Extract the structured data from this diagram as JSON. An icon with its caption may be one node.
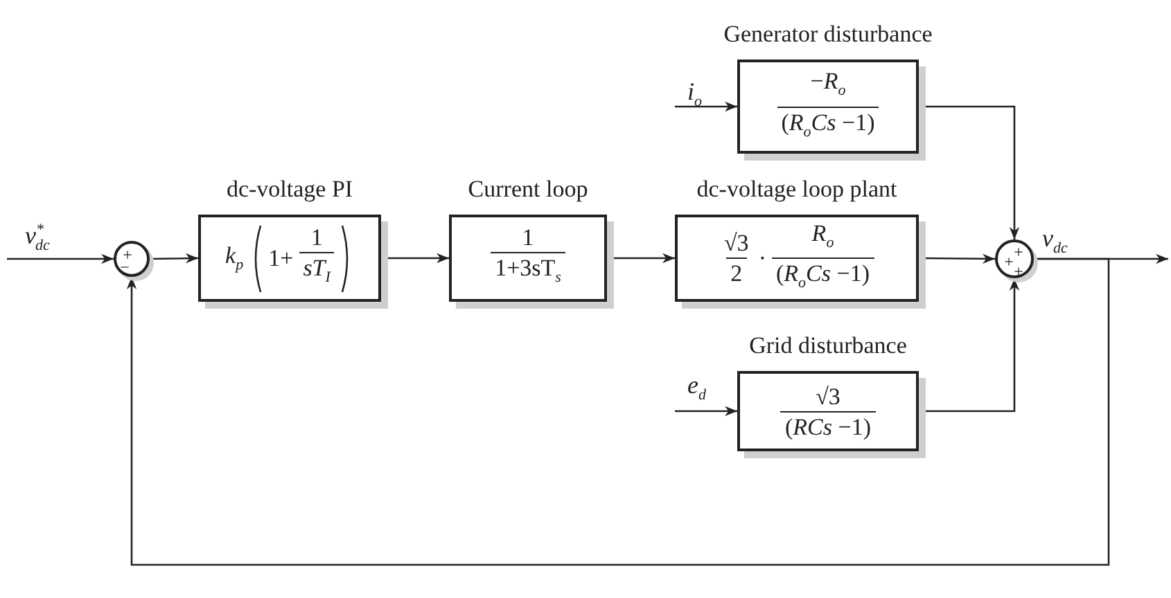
{
  "diagram": {
    "nodes": [
      {
        "text": [
          "+",
          "−"
        ]
      },
      {
        "text": [
          "dc-voltage PI",
          "*k*$_{p}$",
          "1+",
          "1",
          "*sT*$_{I}$"
        ]
      },
      {
        "text": [
          "Current loop",
          "1",
          "1+3sT$_{s}$"
        ]
      },
      {
        "text": [
          "dc-voltage loop plant",
          "√3",
          "2",
          "·",
          "*R*$_{o}$",
          "(*R*$_{o}$*Cs* −1)"
        ]
      },
      {
        "text": [
          "Generator disturbance",
          "−*R*$_{o}$",
          "(*R*$_{o}$*Cs* −1)"
        ]
      },
      {
        "text": [
          "Grid disturbance",
          "√3",
          "(*RCs* −1)"
        ]
      },
      {
        "text": [
          "+",
          "+",
          "+"
        ]
      }
    ],
    "edges": [
      {
        "from": null,
        "to": 0,
        "arrow": "to"
      },
      {
        "from": 0,
        "to": 1,
        "arrow": "to"
      },
      {
        "from": 1,
        "to": 2,
        "arrow": "to"
      },
      {
        "from": 2,
        "to": 3,
        "arrow": "to"
      },
      {
        "from": null,
        "to": 4,
        "arrow": "to"
      },
      {
        "from": 3,
        "to": 6,
        "arrow": "to"
      },
      {
        "from": 4,
        "to": 6,
        "arrow": "to"
      },
      {
        "from": null,
        "to": 5,
        "arrow": "to"
      },
      {
        "from": 5,
        "to": 6,
        "arrow": "to"
      },
      {
        "from": 6,
        "to": null,
        "arrow": "to"
      },
      {
        "from": 6,
        "to": 0,
        "arrow": "to"
      }
    ],
    "labels": [
      "*v*$^{*}$$_{dc}$",
      "*i*$_{o}$",
      "*e*$_{d}$",
      "*v*$_{dc}$"
    ]
  }
}
